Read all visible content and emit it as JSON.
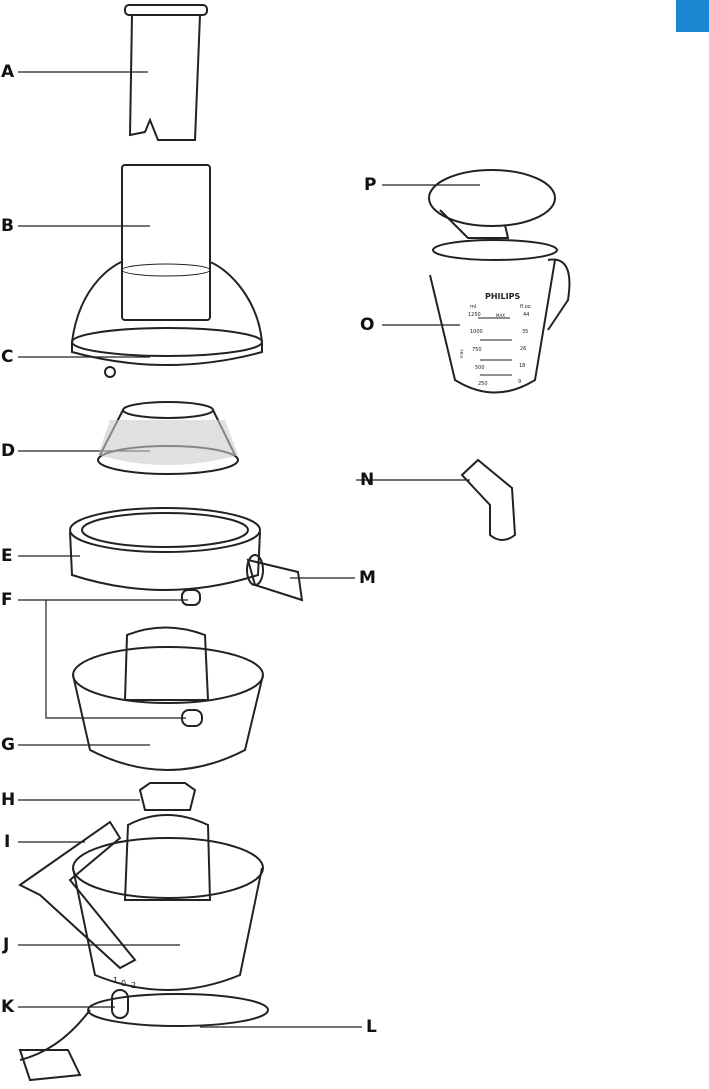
{
  "corner_tab_color": "#1a87d0",
  "part_labels": [
    "A",
    "B",
    "C",
    "D",
    "E",
    "F",
    "G",
    "H",
    "I",
    "J",
    "K",
    "L",
    "M",
    "N",
    "O",
    "P"
  ],
  "jug": {
    "brand": "PHILIPS",
    "unit_left": "ml",
    "unit_right": "fl.oz.",
    "max_label": "MAX",
    "max_vertical": "max",
    "ml_marks": [
      "1250",
      "1000",
      "750",
      "500",
      "250"
    ],
    "oz_marks": [
      "44",
      "35",
      "26",
      "18",
      "9"
    ]
  },
  "speed_knob": [
    "1",
    "0",
    "2"
  ]
}
